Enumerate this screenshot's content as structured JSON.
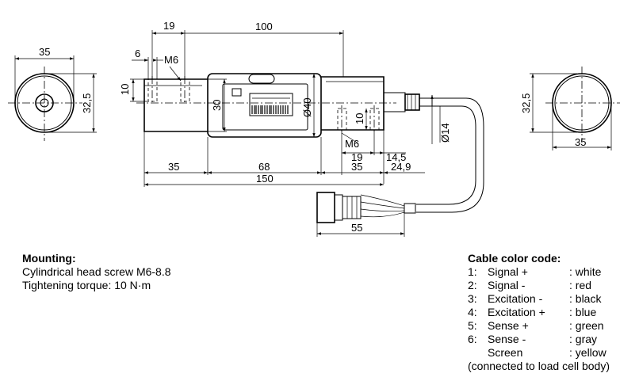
{
  "dimensions": {
    "d35_left": "35",
    "d32_5_left": "32,5",
    "d19_top": "19",
    "d100": "100",
    "d6": "6",
    "m6_top": "M6",
    "d10_left": "10",
    "d30": "30",
    "d40": "Ø40",
    "d10_right": "10",
    "m6_bottom": "M6",
    "d19_bottom": "19",
    "d14_5": "14,5",
    "d14": "Ø14",
    "d35_bottom_left": "35",
    "d68": "68",
    "d35_bottom_right": "35",
    "d24_9": "24,9",
    "d150": "150",
    "d55": "55",
    "d32_5_right": "32,5",
    "d35_right": "35"
  },
  "mounting": {
    "heading": "Mounting:",
    "line1": "Cylindrical head screw M6-8.8",
    "line2": "Tightening torque: 10 N·m"
  },
  "cable": {
    "heading": "Cable color code:",
    "rows": [
      {
        "num": "1:",
        "name": "Signal +",
        "color": ": white"
      },
      {
        "num": "2:",
        "name": "Signal -",
        "color": ": red"
      },
      {
        "num": "3:",
        "name": "Excitation -",
        "color": ": black"
      },
      {
        "num": "4:",
        "name": "Excitation +",
        "color": ": blue"
      },
      {
        "num": "5:",
        "name": "Sense +",
        "color": ": green"
      },
      {
        "num": "6:",
        "name": "Sense -",
        "color": ": gray"
      },
      {
        "num": "",
        "name": "Screen",
        "color": ": yellow"
      }
    ],
    "footer": "(connected to load cell body)"
  }
}
